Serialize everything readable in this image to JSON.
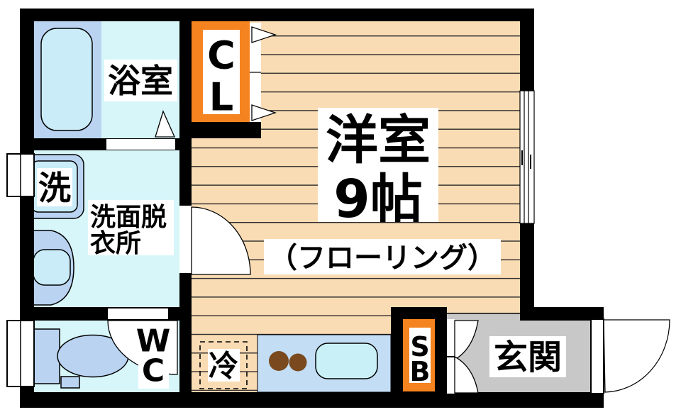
{
  "rooms": {
    "bathroom": {
      "label": "浴室"
    },
    "laundry": {
      "label": "洗"
    },
    "washroom": {
      "line1": "洗面脱",
      "line2": "衣所"
    },
    "wc": {
      "line1": "W",
      "line2": "C"
    },
    "closet": {
      "line1": "C",
      "line2": "L"
    },
    "main_room": {
      "line1": "洋室",
      "line2": "9帖",
      "floor_note": "（フローリング）"
    },
    "kitchen": {
      "fridge_label": "冷"
    },
    "shoe_box": {
      "line1": "S",
      "line2": "B"
    },
    "entrance": {
      "label": "玄関"
    }
  },
  "colors": {
    "wall": "#000000",
    "wood_floor": "#fadcb4",
    "wet_floor": "#d7f6fa",
    "fixture_blue": "#b9d3f1",
    "fixture_cyan": "#c9ecf8",
    "counter_blue": "#c3ddf4",
    "sink_cyan": "#c9f0f7",
    "entrance_gray": "#c8c8c8",
    "accent_orange": "#f5831f",
    "burner_brown": "#7a4a1e"
  }
}
